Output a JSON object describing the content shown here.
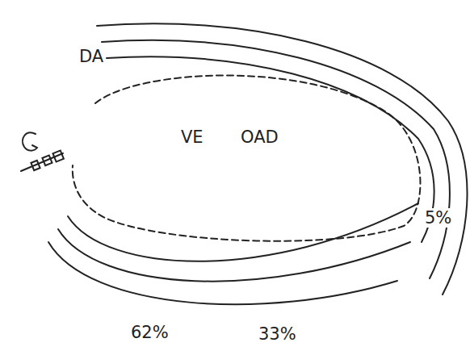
{
  "diagram": {
    "labels": [
      "DA",
      "VE",
      "OAD",
      "5%",
      "33%",
      "62%"
    ]
  }
}
